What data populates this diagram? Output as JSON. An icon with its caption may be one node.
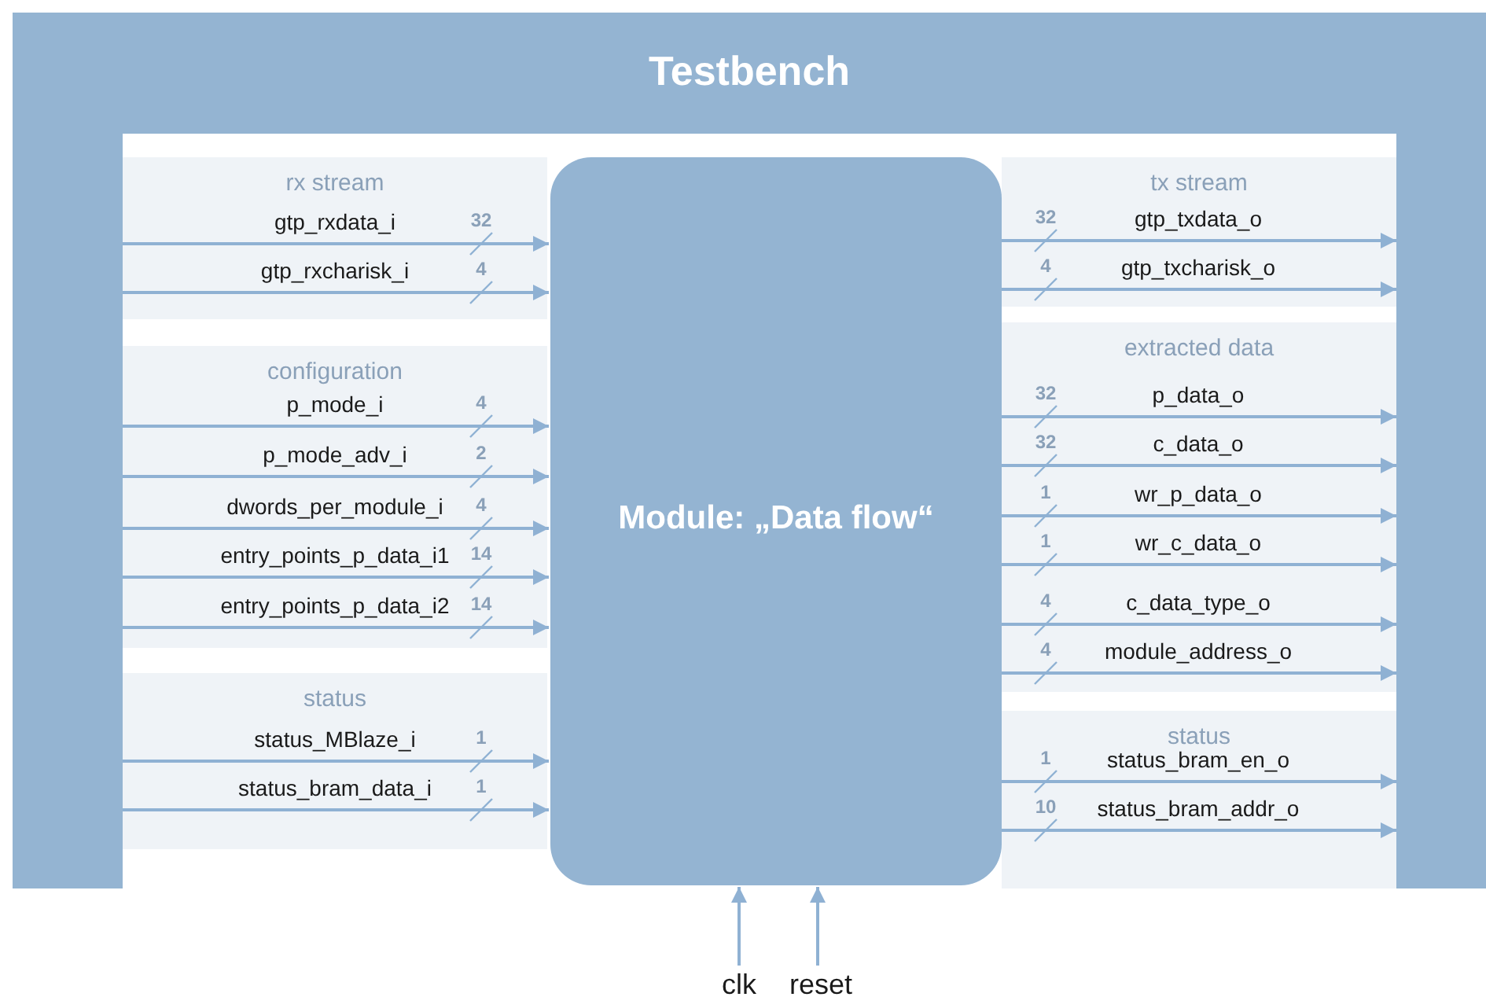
{
  "diagram": {
    "nodes": [
      {
        "text": [
          "Testbench"
        ]
      },
      {
        "text": [
          "rx stream"
        ],
        "in": 0
      },
      {
        "text": [
          "configuration"
        ],
        "in": 0
      },
      {
        "text": [
          "status"
        ],
        "in": 0
      },
      {
        "text": [
          "Module: „Data flow“"
        ],
        "in": 0
      },
      {
        "text": [
          "tx stream"
        ],
        "in": 0
      },
      {
        "text": [
          "extracted data"
        ],
        "in": 0
      },
      {
        "text": [
          "status"
        ],
        "in": 0
      },
      {
        "text": [
          "clk"
        ]
      },
      {
        "text": [
          "reset"
        ]
      }
    ],
    "edges": [
      {
        "from": 1,
        "to": 4,
        "arrow": "to",
        "label": "gtp_rxdata_i"
      },
      {
        "from": 1,
        "to": 4,
        "arrow": "to",
        "label": "gtp_rxcharisk_i"
      },
      {
        "from": 2,
        "to": 4,
        "arrow": "to",
        "label": "p_mode_i"
      },
      {
        "from": 2,
        "to": 4,
        "arrow": "to",
        "label": "p_mode_adv_i"
      },
      {
        "from": 2,
        "to": 4,
        "arrow": "to",
        "label": "dwords_per_module_i"
      },
      {
        "from": 2,
        "to": 4,
        "arrow": "to",
        "label": "entry_points_p_data_i1"
      },
      {
        "from": 2,
        "to": 4,
        "arrow": "to",
        "label": "entry_points_p_data_i2"
      },
      {
        "from": 3,
        "to": 4,
        "arrow": "to",
        "label": "status_MBlaze_i"
      },
      {
        "from": 3,
        "to": 4,
        "arrow": "to",
        "label": "status_bram_data_i"
      },
      {
        "from": 4,
        "to": 5,
        "arrow": "to",
        "label": "gtp_txdata_o"
      },
      {
        "from": 4,
        "to": 5,
        "arrow": "to",
        "label": "gtp_txcharisk_o"
      },
      {
        "from": 4,
        "to": 6,
        "arrow": "to",
        "label": "p_data_o"
      },
      {
        "from": 4,
        "to": 6,
        "arrow": "to",
        "label": "c_data_o"
      },
      {
        "from": 4,
        "to": 6,
        "arrow": "to",
        "label": "wr_p_data_o"
      },
      {
        "from": 4,
        "to": 6,
        "arrow": "to",
        "label": "wr_c_data_o"
      },
      {
        "from": 4,
        "to": 6,
        "arrow": "to",
        "label": "c_data_type_o"
      },
      {
        "from": 4,
        "to": 6,
        "arrow": "to",
        "label": "module_address_o"
      },
      {
        "from": 4,
        "to": 7,
        "arrow": "to",
        "label": "status_bram_en_o"
      },
      {
        "from": 4,
        "to": 7,
        "arrow": "to",
        "label": "status_bram_addr_o"
      },
      {
        "from": 8,
        "to": 4,
        "arrow": "to"
      },
      {
        "from": 9,
        "to": 4,
        "arrow": "to"
      }
    ],
    "labels": [
      "32",
      "4",
      "4",
      "2",
      "4",
      "14",
      "14",
      "1",
      "1",
      "32",
      "4",
      "32",
      "32",
      "1",
      "1",
      "4",
      "4",
      "1",
      "10"
    ]
  }
}
